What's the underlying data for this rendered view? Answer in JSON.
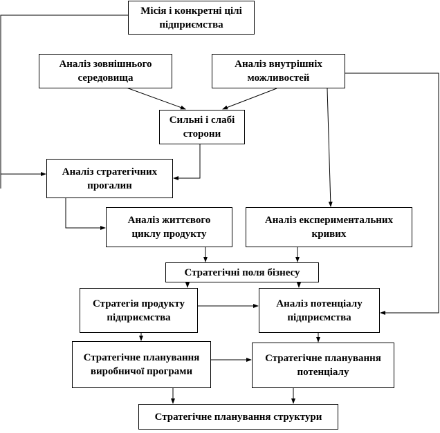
{
  "diagram": {
    "nodes": {
      "mission": "Місія і конкретні цілі\nпідприємства",
      "external": "Аналіз зовнішнього\nсередовища",
      "internal": "Аналіз внутрішніх\nможливостей",
      "swot": "Сильні і слабі\nсторони",
      "gaps": "Аналіз стратегічних\nпрогалин",
      "lifecycle": "Аналіз життєвого\nциклу продукту",
      "experimental": "Аналіз експериментальних\nкривих",
      "fields": "Стратегічні поля бізнесу",
      "product_strategy": "Стратегія продукту\nпідприємства",
      "potential_analysis": "Аналіз потенціалу\nпідприємства",
      "production_planning": "Стратегічне планування\nвиробничої програми",
      "potential_planning": "Стратегічне планування\nпотенціалу",
      "structure_planning": "Стратегічне планування структури"
    },
    "colors": {
      "line": "#000000",
      "box_border": "#000000",
      "background": "#ffffff"
    }
  }
}
